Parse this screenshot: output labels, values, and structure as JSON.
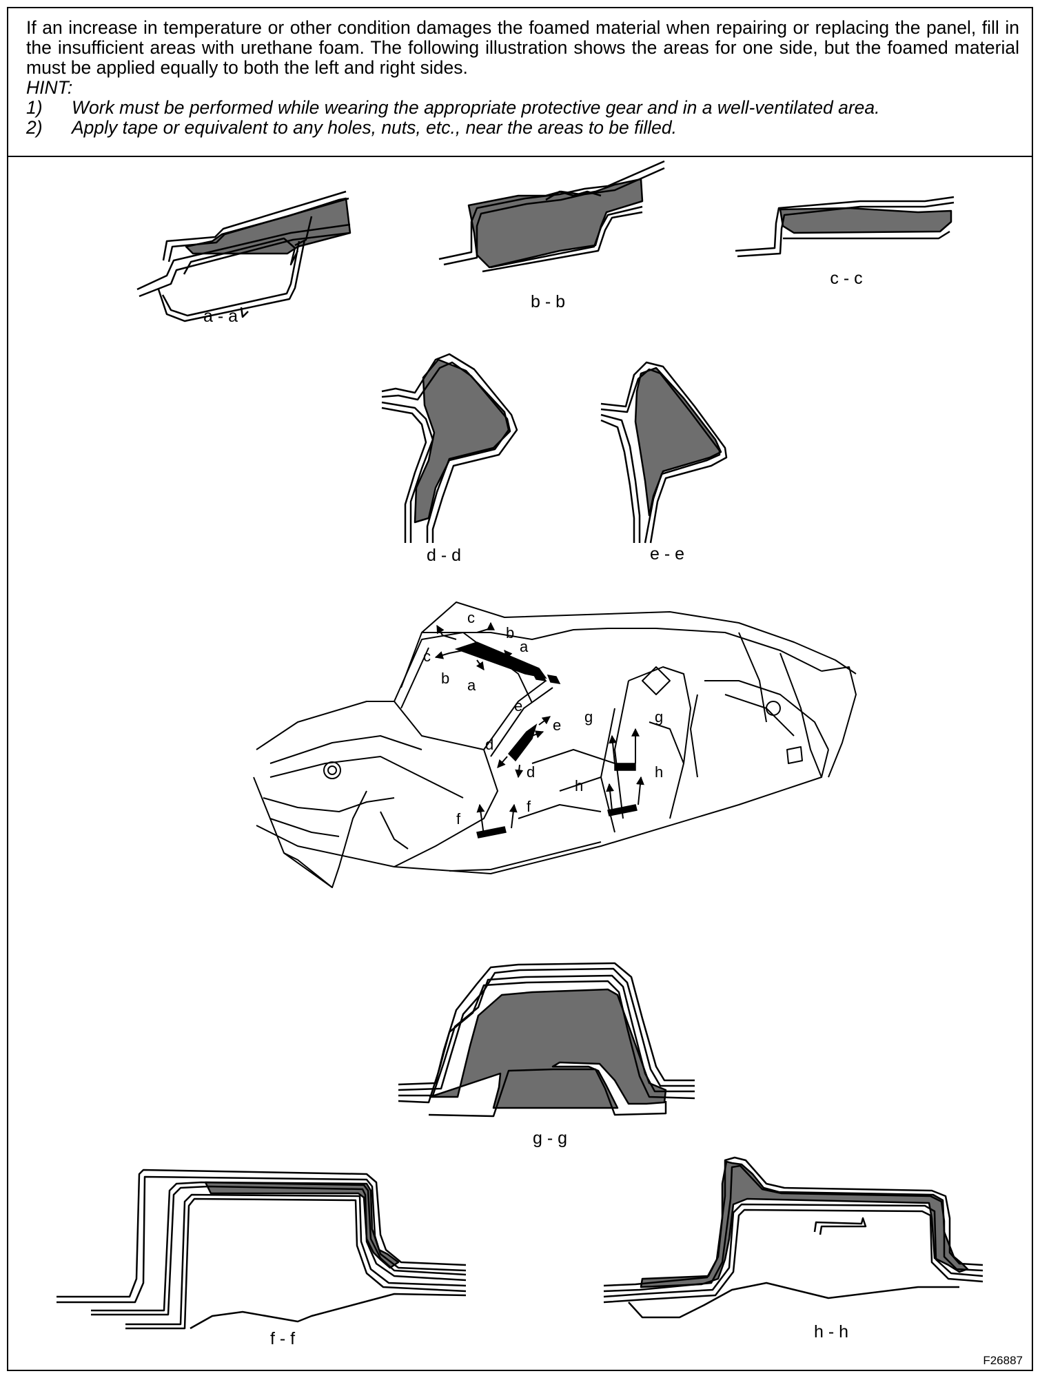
{
  "instructions": {
    "paragraph": "If an increase in temperature or other condition damages the foamed material when repairing or replacing the panel, fill in the insufficient areas with urethane foam. The following illustration shows the areas for one side, but the foamed material must be applied equally to both the left and right sides.",
    "hint_title": "HINT:",
    "hints": [
      {
        "num": "1)",
        "text": "Work must be performed while wearing the appropriate protective gear and in a well-ventilated area."
      },
      {
        "num": "2)",
        "text": "Apply tape or equivalent to any holes, nuts, etc., near the areas to be filled."
      }
    ]
  },
  "sections": {
    "aa": "a - a",
    "bb": "b - b",
    "cc": "c - c",
    "dd": "d - d",
    "ee": "e - e",
    "gg": "g - g",
    "ff": "f - f",
    "hh": "h - h"
  },
  "car_callouts": {
    "a": "a",
    "b": "b",
    "c": "c",
    "d": "d",
    "e": "e",
    "f": "f",
    "g": "g",
    "h": "h"
  },
  "figure_code": "F26887",
  "colors": {
    "foam_fill": "#6e6e6e",
    "line": "#000000"
  }
}
